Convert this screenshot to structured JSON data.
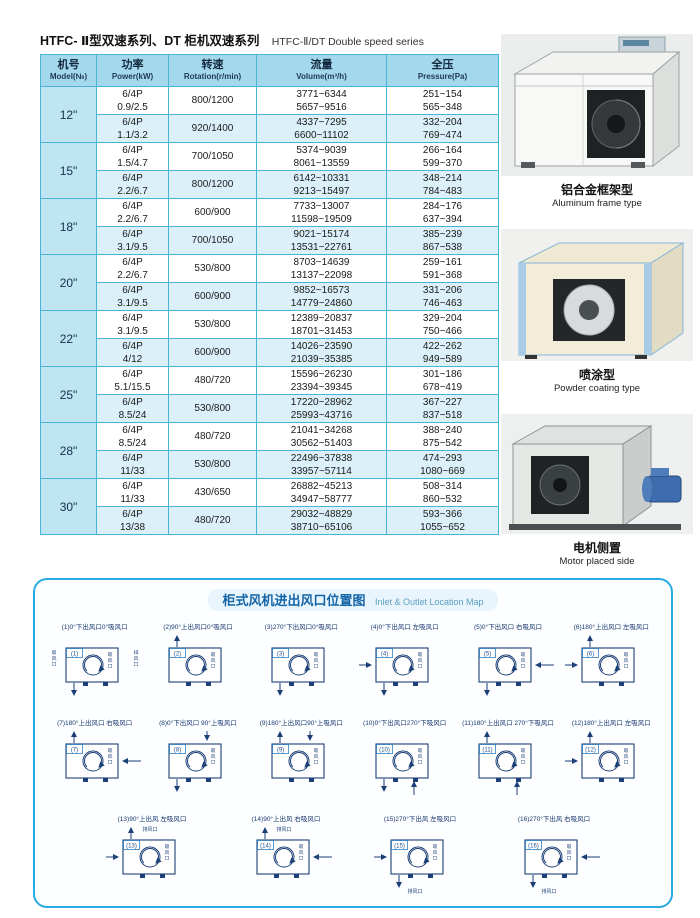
{
  "page": {
    "title_cn": "HTFC- Ⅱ型双速系列、DT 柜机双速系列",
    "title_en": "HTFC-Ⅱ/DT Double speed series"
  },
  "colors": {
    "accent": "#29abe2",
    "table_header_bg": "#a4d8ec",
    "table_border": "#49b3d8",
    "row_alt_bg": "#dcf0fa",
    "diagram_line": "#1c3f77"
  },
  "table": {
    "headers": [
      {
        "cn": "机号",
        "en": "Model(№)"
      },
      {
        "cn": "功率",
        "en": "Power(kW)"
      },
      {
        "cn": "转速",
        "en": "Rotation(r/min)"
      },
      {
        "cn": "流量",
        "en": "Volume(m³/h)"
      },
      {
        "cn": "全压",
        "en": "Pressure(Pa)"
      }
    ],
    "groups": [
      {
        "model": "12\"",
        "rows": [
          {
            "power1": "6/4P",
            "power2": "0.9/2.5",
            "rotation": "800/1200",
            "volume1": "3771~6344",
            "volume2": "5657~9516",
            "pressure1": "251~154",
            "pressure2": "565~348"
          },
          {
            "power1": "6/4P",
            "power2": "1.1/3.2",
            "rotation": "920/1400",
            "volume1": "4337~7295",
            "volume2": "6600~11102",
            "pressure1": "332~204",
            "pressure2": "769~474"
          }
        ]
      },
      {
        "model": "15\"",
        "rows": [
          {
            "power1": "6/4P",
            "power2": "1.5/4.7",
            "rotation": "700/1050",
            "volume1": "5374~9039",
            "volume2": "8061~13559",
            "pressure1": "266~164",
            "pressure2": "599~370"
          },
          {
            "power1": "6/4P",
            "power2": "2.2/6.7",
            "rotation": "800/1200",
            "volume1": "6142~10331",
            "volume2": "9213~15497",
            "pressure1": "348~214",
            "pressure2": "784~483"
          }
        ]
      },
      {
        "model": "18\"",
        "rows": [
          {
            "power1": "6/4P",
            "power2": "2.2/6.7",
            "rotation": "600/900",
            "volume1": "7733~13007",
            "volume2": "11598~19509",
            "pressure1": "284~176",
            "pressure2": "637~394"
          },
          {
            "power1": "6/4P",
            "power2": "3.1/9.5",
            "rotation": "700/1050",
            "volume1": "9021~15174",
            "volume2": "13531~22761",
            "pressure1": "385~239",
            "pressure2": "867~538"
          }
        ]
      },
      {
        "model": "20\"",
        "rows": [
          {
            "power1": "6/4P",
            "power2": "2.2/6.7",
            "rotation": "530/800",
            "volume1": "8703~14639",
            "volume2": "13137~22098",
            "pressure1": "259~161",
            "pressure2": "591~368"
          },
          {
            "power1": "6/4P",
            "power2": "3.1/9.5",
            "rotation": "600/900",
            "volume1": "9852~16573",
            "volume2": "14779~24860",
            "pressure1": "331~206",
            "pressure2": "746~463"
          }
        ]
      },
      {
        "model": "22\"",
        "rows": [
          {
            "power1": "6/4P",
            "power2": "3.1/9.5",
            "rotation": "530/800",
            "volume1": "12389~20837",
            "volume2": "18701~31453",
            "pressure1": "329~204",
            "pressure2": "750~466"
          },
          {
            "power1": "6/4P",
            "power2": "4/12",
            "rotation": "600/900",
            "volume1": "14026~23590",
            "volume2": "21039~35385",
            "pressure1": "422~262",
            "pressure2": "949~589"
          }
        ]
      },
      {
        "model": "25\"",
        "rows": [
          {
            "power1": "6/4P",
            "power2": "5.1/15.5",
            "rotation": "480/720",
            "volume1": "15596~26230",
            "volume2": "23394~39345",
            "pressure1": "301~186",
            "pressure2": "678~419"
          },
          {
            "power1": "6/4P",
            "power2": "8.5/24",
            "rotation": "530/800",
            "volume1": "17220~28962",
            "volume2": "25993~43716",
            "pressure1": "367~227",
            "pressure2": "837~518"
          }
        ]
      },
      {
        "model": "28\"",
        "rows": [
          {
            "power1": "6/4P",
            "power2": "8.5/24",
            "rotation": "480/720",
            "volume1": "21041~34268",
            "volume2": "30562~51403",
            "pressure1": "388~240",
            "pressure2": "875~542"
          },
          {
            "power1": "6/4P",
            "power2": "11/33",
            "rotation": "530/800",
            "volume1": "22496~37838",
            "volume2": "33957~57114",
            "pressure1": "474~293",
            "pressure2": "1080~669"
          }
        ]
      },
      {
        "model": "30\"",
        "rows": [
          {
            "power1": "6/4P",
            "power2": "11/33",
            "rotation": "430/650",
            "volume1": "26882~45213",
            "volume2": "34947~58777",
            "pressure1": "508~314",
            "pressure2": "860~532"
          },
          {
            "power1": "6/4P",
            "power2": "13/38",
            "rotation": "480/720",
            "volume1": "29032~48829",
            "volume2": "38710~65106",
            "pressure1": "593~366",
            "pressure2": "1055~652"
          }
        ]
      }
    ]
  },
  "products": [
    {
      "caption_cn": "铝合金框架型",
      "caption_en": "Aluminum frame type"
    },
    {
      "caption_cn": "喷涂型",
      "caption_en": "Powder coating type"
    },
    {
      "caption_cn": "电机侧置",
      "caption_en": "Motor placed side"
    }
  ],
  "location_map": {
    "title_cn": "柜式风机进出风口位置图",
    "title_en": "Inlet & Outlet Location Map",
    "diagrams": [
      {
        "num": "(1)",
        "caption": "(1)0°下出风口0°吸风口",
        "out": "down",
        "in": "none",
        "labels": [
          {
            "side": "left",
            "text": "吸风口"
          },
          {
            "side": "right",
            "text": "排风口"
          }
        ]
      },
      {
        "num": "(2)",
        "caption": "(2)90°上出风口0°吸风口",
        "out": "up",
        "in": "none"
      },
      {
        "num": "(3)",
        "caption": "(3)270°下出风口0°吸风口",
        "out": "down",
        "in": "none"
      },
      {
        "num": "(4)",
        "caption": "(4)0°下出风口 左吸风口",
        "out": "down",
        "in": "left"
      },
      {
        "num": "(5)",
        "caption": "(5)0°下出风口 右吸风口",
        "out": "down",
        "in": "right"
      },
      {
        "num": "(6)",
        "caption": "(6)180°上出风口 左吸风口",
        "out": "up",
        "in": "left"
      },
      {
        "num": "(7)",
        "caption": "(7)180°上出风口 右吸风口",
        "out": "up",
        "in": "right"
      },
      {
        "num": "(8)",
        "caption": "(8)0°下出风口 90°上吸风口",
        "out": "down",
        "in": "up"
      },
      {
        "num": "(9)",
        "caption": "(9)180°上出风口90°上吸风口",
        "out": "up",
        "in": "up"
      },
      {
        "num": "(10)",
        "caption": "(10)0°下出风口270°下吸风口",
        "out": "down",
        "in": "down"
      },
      {
        "num": "(11)",
        "caption": "(11)180°上出风口 270°下吸风口",
        "out": "up",
        "in": "down"
      },
      {
        "num": "(12)",
        "caption": "(12)180°上出风口 左吸风口",
        "out": "up",
        "in": "left"
      },
      {
        "num": "(13)",
        "caption": "(13)90°上出风 左吸风口",
        "out": "up",
        "in": "left",
        "labels": [
          {
            "side": "top",
            "text": "排风口"
          }
        ]
      },
      {
        "num": "(14)",
        "caption": "(14)90°上出风 右吸风口",
        "out": "up",
        "in": "right",
        "labels": [
          {
            "side": "top",
            "text": "排风口"
          }
        ]
      },
      {
        "num": "(15)",
        "caption": "(15)270°下出风 左吸风口",
        "out": "down",
        "in": "left",
        "labels": [
          {
            "side": "bottom",
            "text": "排风口"
          }
        ]
      },
      {
        "num": "(16)",
        "caption": "(16)270°下出风 右吸风口",
        "out": "down",
        "in": "right",
        "labels": [
          {
            "side": "bottom",
            "text": "排风口"
          }
        ]
      }
    ]
  }
}
